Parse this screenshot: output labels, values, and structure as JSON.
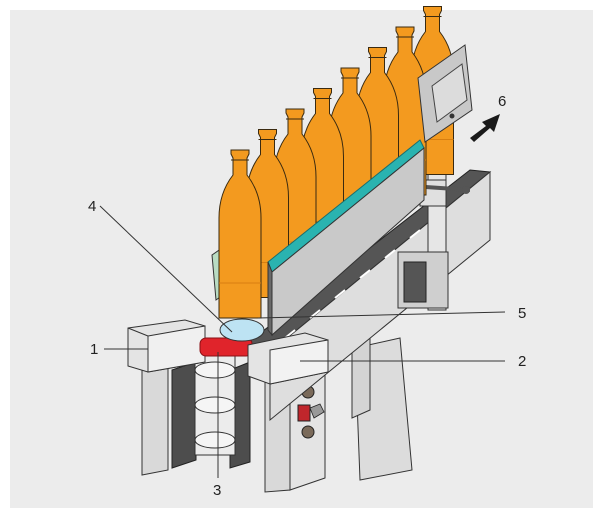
{
  "diagram": {
    "bottle_count": 8,
    "callouts": [
      {
        "id": "1",
        "text": "1"
      },
      {
        "id": "2",
        "text": "2"
      },
      {
        "id": "3",
        "text": "3"
      },
      {
        "id": "4",
        "text": "4"
      },
      {
        "id": "5",
        "text": "5"
      },
      {
        "id": "6",
        "text": "6"
      }
    ],
    "colors": {
      "background": "#ececec",
      "bottle": "#f39a1f",
      "bottle_shadow": "#d87f10",
      "guide_rail": "#2ab3b0",
      "sensor_beam": "#e0242b",
      "machine_light": "#e2e2e2",
      "machine_dark": "#555555",
      "display_screen": "#d6d6d6",
      "arrow": "#1a1a1a"
    }
  }
}
